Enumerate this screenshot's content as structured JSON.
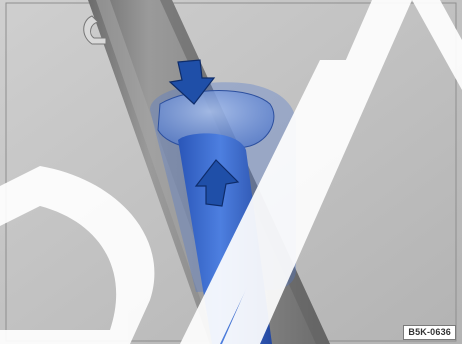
{
  "image": {
    "reference_code": "B5K-0636",
    "watermark_text": "DIA"
  },
  "arrows": [
    {
      "name": "press-down-arrow",
      "direction": "down"
    },
    {
      "name": "press-up-arrow",
      "direction": "up"
    }
  ],
  "colors": {
    "background": "#bdbdbd",
    "pillar": "#8c8c8c",
    "highlight_blue": "#2f62c8",
    "arrow_blue": "#1f4fa8",
    "watermark": "#ffffff"
  }
}
